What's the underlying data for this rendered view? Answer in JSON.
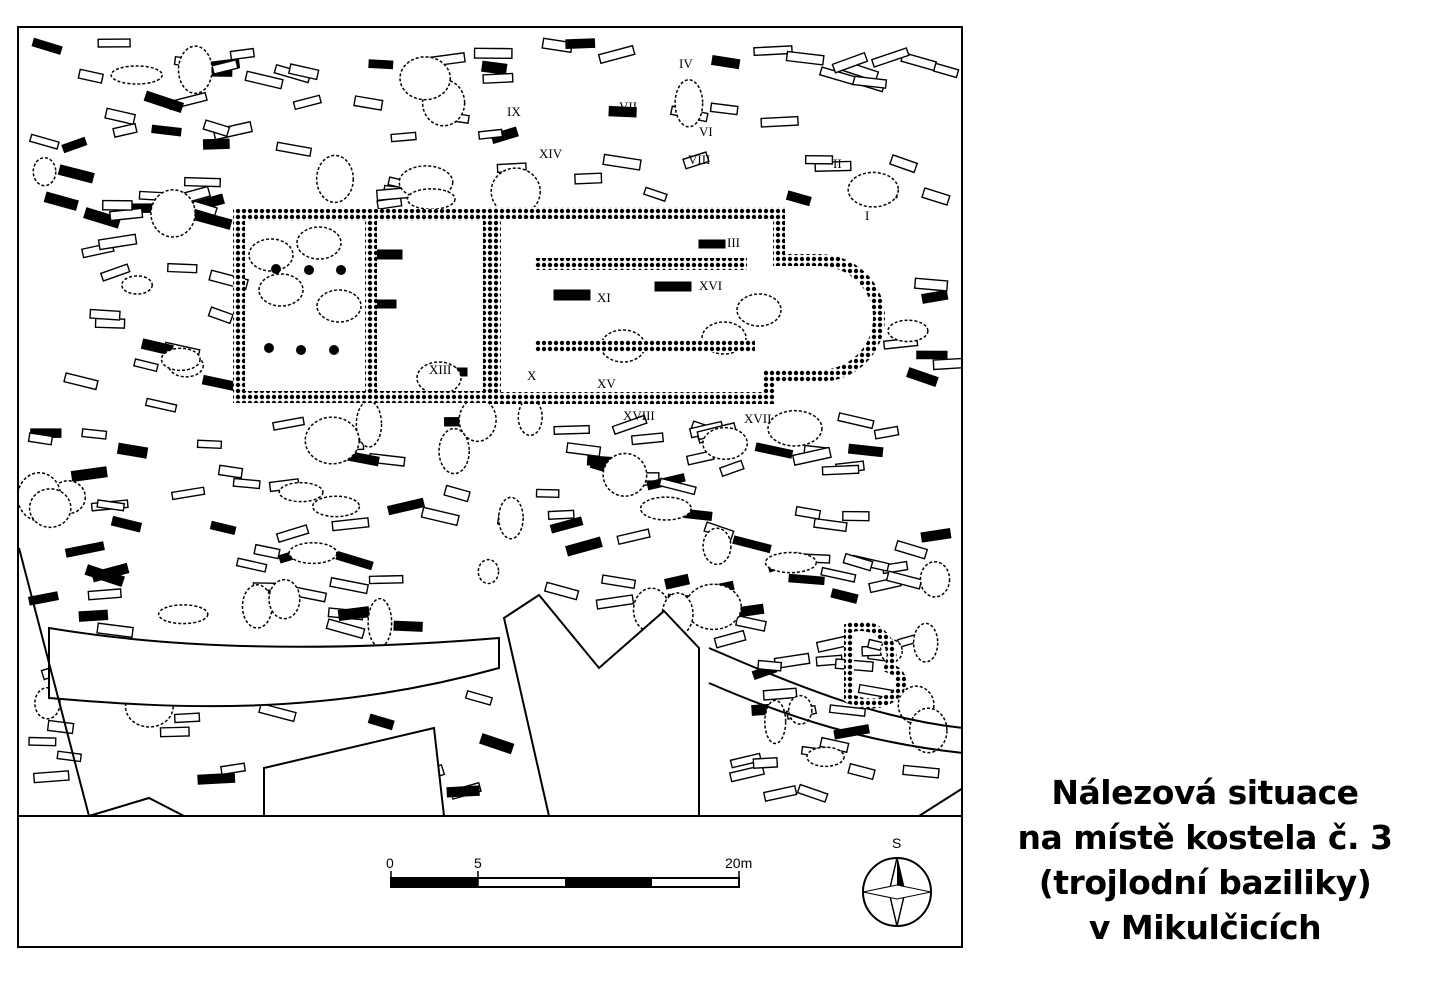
{
  "caption": {
    "line1": "Nálezová situace",
    "line2": "na místě kostela č. 3",
    "line3": "(trojlodní baziliky)",
    "line4": "v Mikulčicích"
  },
  "map": {
    "grave_numbers": [
      "I",
      "II",
      "III",
      "IV",
      "VI",
      "VII",
      "VIII",
      "IX",
      "X",
      "XI",
      "XIII",
      "XIV",
      "XV",
      "XVI",
      "XVII",
      "XVIII"
    ],
    "scale_bar": {
      "tick_0": "0",
      "tick_5": "5",
      "tick_20": "20m"
    },
    "north_arrow_label": "S",
    "colors": {
      "ink": "#000000",
      "paper": "#ffffff"
    }
  }
}
